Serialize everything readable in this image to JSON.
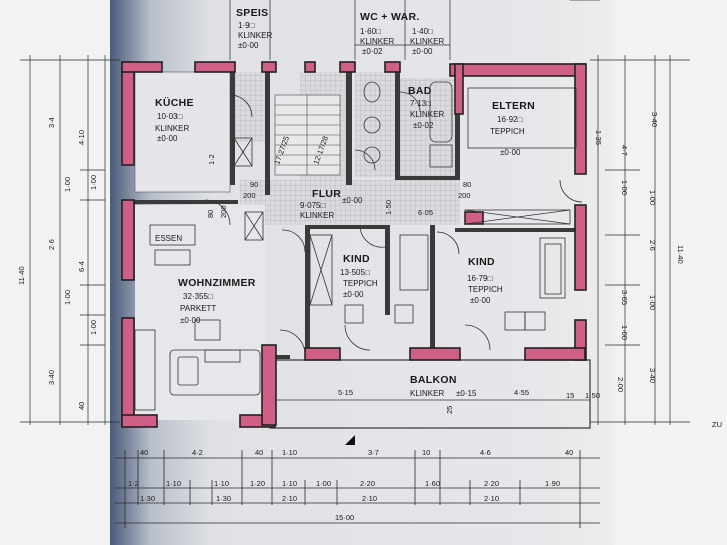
{
  "rooms": {
    "speis": {
      "name": "SPEIS",
      "area": "1·9□",
      "floor": "KLINKER",
      "level": "±0·00"
    },
    "wc": {
      "name": "WC + WAR.",
      "area": "1·60□",
      "floor": "KLINKER",
      "level": "±0·02"
    },
    "war": {
      "area": "1·40□",
      "floor": "KLINKER",
      "level": "±0·00"
    },
    "kueche": {
      "name": "KÜCHE",
      "area": "10·03□",
      "floor": "KLINKER",
      "level": "±0·00"
    },
    "bad": {
      "name": "BAD",
      "area": "7·13□",
      "floor": "KLINKER",
      "level": "±0·02"
    },
    "eltern": {
      "name": "ELTERN",
      "area": "16·92□",
      "floor": "TEPPICH",
      "level": "±0·00"
    },
    "flur": {
      "name": "FLUR",
      "area": "9·075□",
      "floor": "KLINKER",
      "level": "±0·00"
    },
    "essen": {
      "name": "ESSEN"
    },
    "wohnzimmer": {
      "name": "WOHNZIMMER",
      "area": "32·355□",
      "floor": "PARKETT",
      "level": "±0·00"
    },
    "kind1": {
      "name": "KIND",
      "area": "13·505□",
      "floor": "TEPPICH",
      "level": "±0·00"
    },
    "kind2": {
      "name": "KIND",
      "area": "16·79□",
      "floor": "TEPPICH",
      "level": "±0·00"
    },
    "balkon": {
      "name": "BALKON",
      "floor": "KLINKER",
      "level": "±0·15"
    }
  },
  "stairs": {
    "run_a": "17·27/25",
    "run_b": "12·17/28"
  },
  "dims": {
    "left_outer": [
      "3·4",
      "4·10",
      "1·00",
      "1·00",
      "2·6",
      "6·4",
      "1·00",
      "1·00",
      "3·40",
      "40"
    ],
    "left_total": "11·40",
    "right_outer": [
      "3·40",
      "4·7",
      "1·00",
      "1·00",
      "2·6",
      "3·65",
      "1·00",
      "1·00",
      "3·40",
      "2·00"
    ],
    "right_total": "11·40",
    "bottom_row1": [
      "40",
      "4·2",
      "40",
      "1·10",
      "3·7",
      "10",
      "4·6",
      "40"
    ],
    "bottom_row2": [
      "1·2",
      "1·10",
      "1·10",
      "1·20",
      "1·10",
      "1·00",
      "2·20",
      "1·60",
      "2·20",
      "1·90"
    ],
    "bottom_row3": [
      "1·30",
      "1·30",
      "2·10",
      "2·10",
      "2·10"
    ],
    "bottom_total": "15·00",
    "balkon_left": "5·15",
    "balkon_right": "4·55",
    "flur_width": "6·05",
    "door_widths": [
      "90",
      "200",
      "80",
      "200",
      "200",
      "80"
    ],
    "misc": [
      "1·2",
      "1·50",
      "1·35",
      "15",
      "1·50",
      "25"
    ],
    "edge_label": "ZU"
  }
}
